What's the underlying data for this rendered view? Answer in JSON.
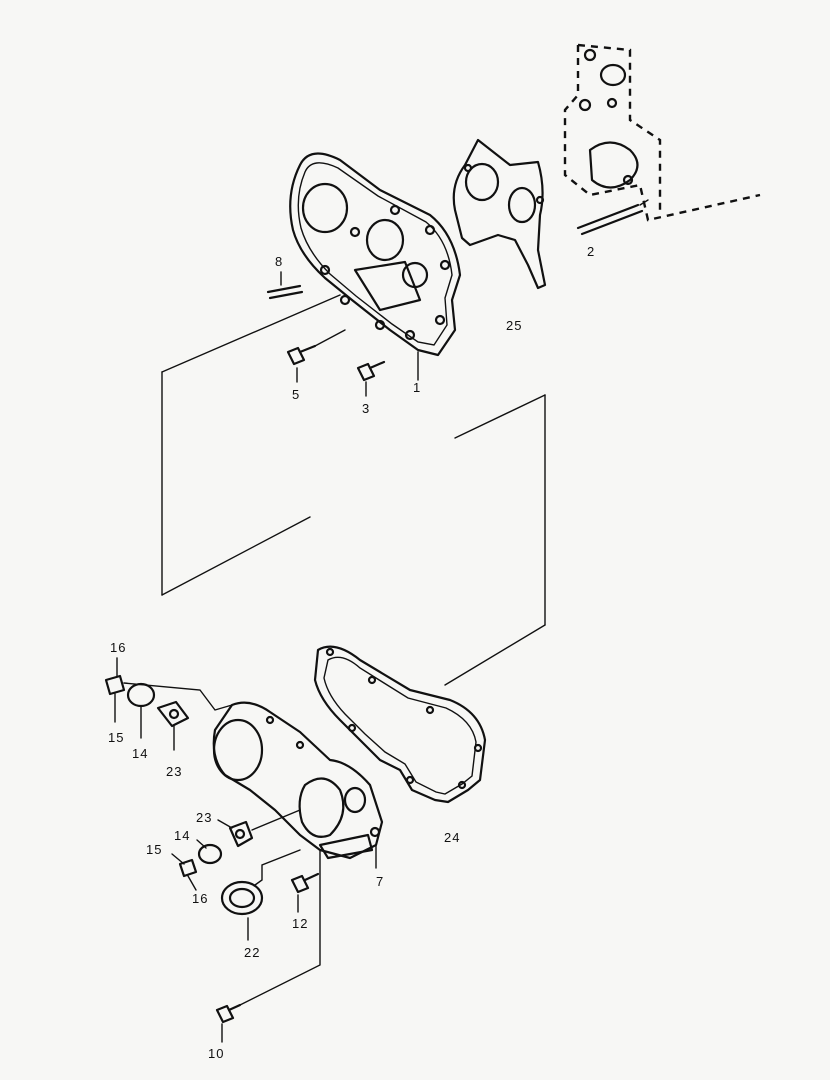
{
  "labels": {
    "l1": "1",
    "l2": "2",
    "l3": "3",
    "l5": "5",
    "l7": "7",
    "l8": "8",
    "l10": "10",
    "l12": "12",
    "l14a": "14",
    "l14b": "14",
    "l15a": "15",
    "l15b": "15",
    "l16a": "16",
    "l16b": "16",
    "l22": "22",
    "l23a": "23",
    "l23b": "23",
    "l24": "24",
    "l25": "25"
  }
}
